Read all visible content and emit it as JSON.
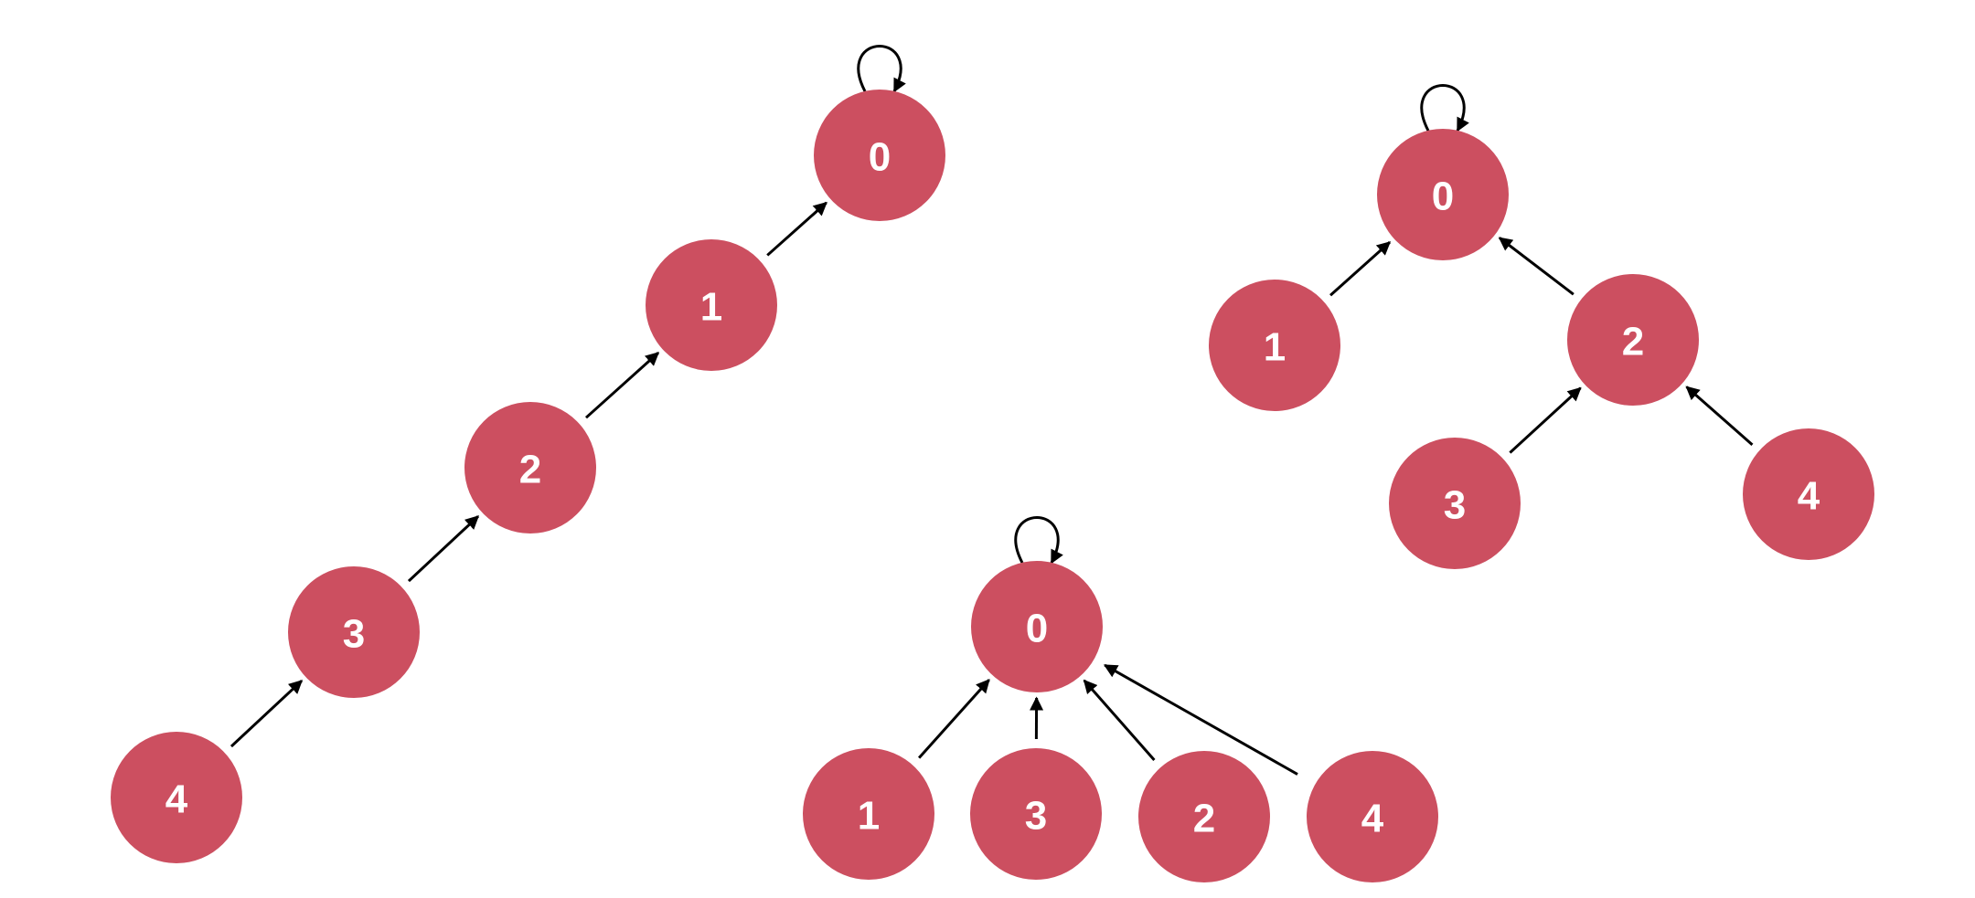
{
  "colors": {
    "node_fill": "#cc4f60",
    "node_text": "#ffffff",
    "edge": "#000000",
    "background": "#ffffff"
  },
  "trees": [
    {
      "id": "chain-tree",
      "nodes": [
        {
          "id": "0",
          "label": "0"
        },
        {
          "id": "1",
          "label": "1"
        },
        {
          "id": "2",
          "label": "2"
        },
        {
          "id": "3",
          "label": "3"
        },
        {
          "id": "4",
          "label": "4"
        }
      ],
      "edges": [
        {
          "from": "4",
          "to": "3"
        },
        {
          "from": "3",
          "to": "2"
        },
        {
          "from": "2",
          "to": "1"
        },
        {
          "from": "1",
          "to": "0"
        }
      ],
      "self_loops": [
        "0"
      ]
    },
    {
      "id": "balanced-tree",
      "nodes": [
        {
          "id": "0",
          "label": "0"
        },
        {
          "id": "1",
          "label": "1"
        },
        {
          "id": "2",
          "label": "2"
        },
        {
          "id": "3",
          "label": "3"
        },
        {
          "id": "4",
          "label": "4"
        }
      ],
      "edges": [
        {
          "from": "1",
          "to": "0"
        },
        {
          "from": "2",
          "to": "0"
        },
        {
          "from": "3",
          "to": "2"
        },
        {
          "from": "4",
          "to": "2"
        }
      ],
      "self_loops": [
        "0"
      ]
    },
    {
      "id": "flat-tree",
      "nodes": [
        {
          "id": "0",
          "label": "0"
        },
        {
          "id": "1",
          "label": "1"
        },
        {
          "id": "3",
          "label": "3"
        },
        {
          "id": "2",
          "label": "2"
        },
        {
          "id": "4",
          "label": "4"
        }
      ],
      "edges": [
        {
          "from": "1",
          "to": "0"
        },
        {
          "from": "3",
          "to": "0"
        },
        {
          "from": "2",
          "to": "0"
        },
        {
          "from": "4",
          "to": "0"
        }
      ],
      "self_loops": [
        "0"
      ]
    }
  ]
}
